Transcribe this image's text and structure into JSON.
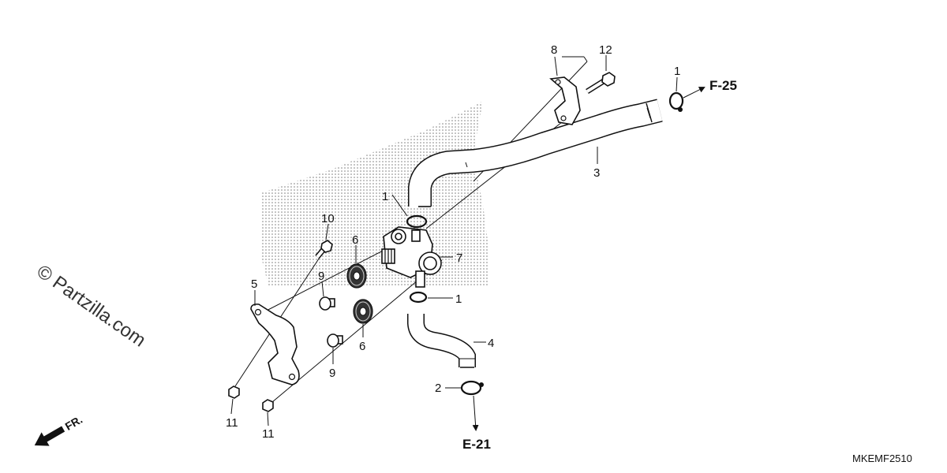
{
  "watermark": "© Partzilla.com",
  "callouts": [
    "8",
    "12",
    "1",
    "3",
    "1",
    "10",
    "6",
    "7",
    "5",
    "9",
    "1",
    "9",
    "6",
    "4",
    "2",
    "11",
    "11"
  ],
  "refs": {
    "f25": "F-25",
    "e21": "E-21"
  },
  "front_label": "FR.",
  "diagram_code": "MKEMF2510"
}
